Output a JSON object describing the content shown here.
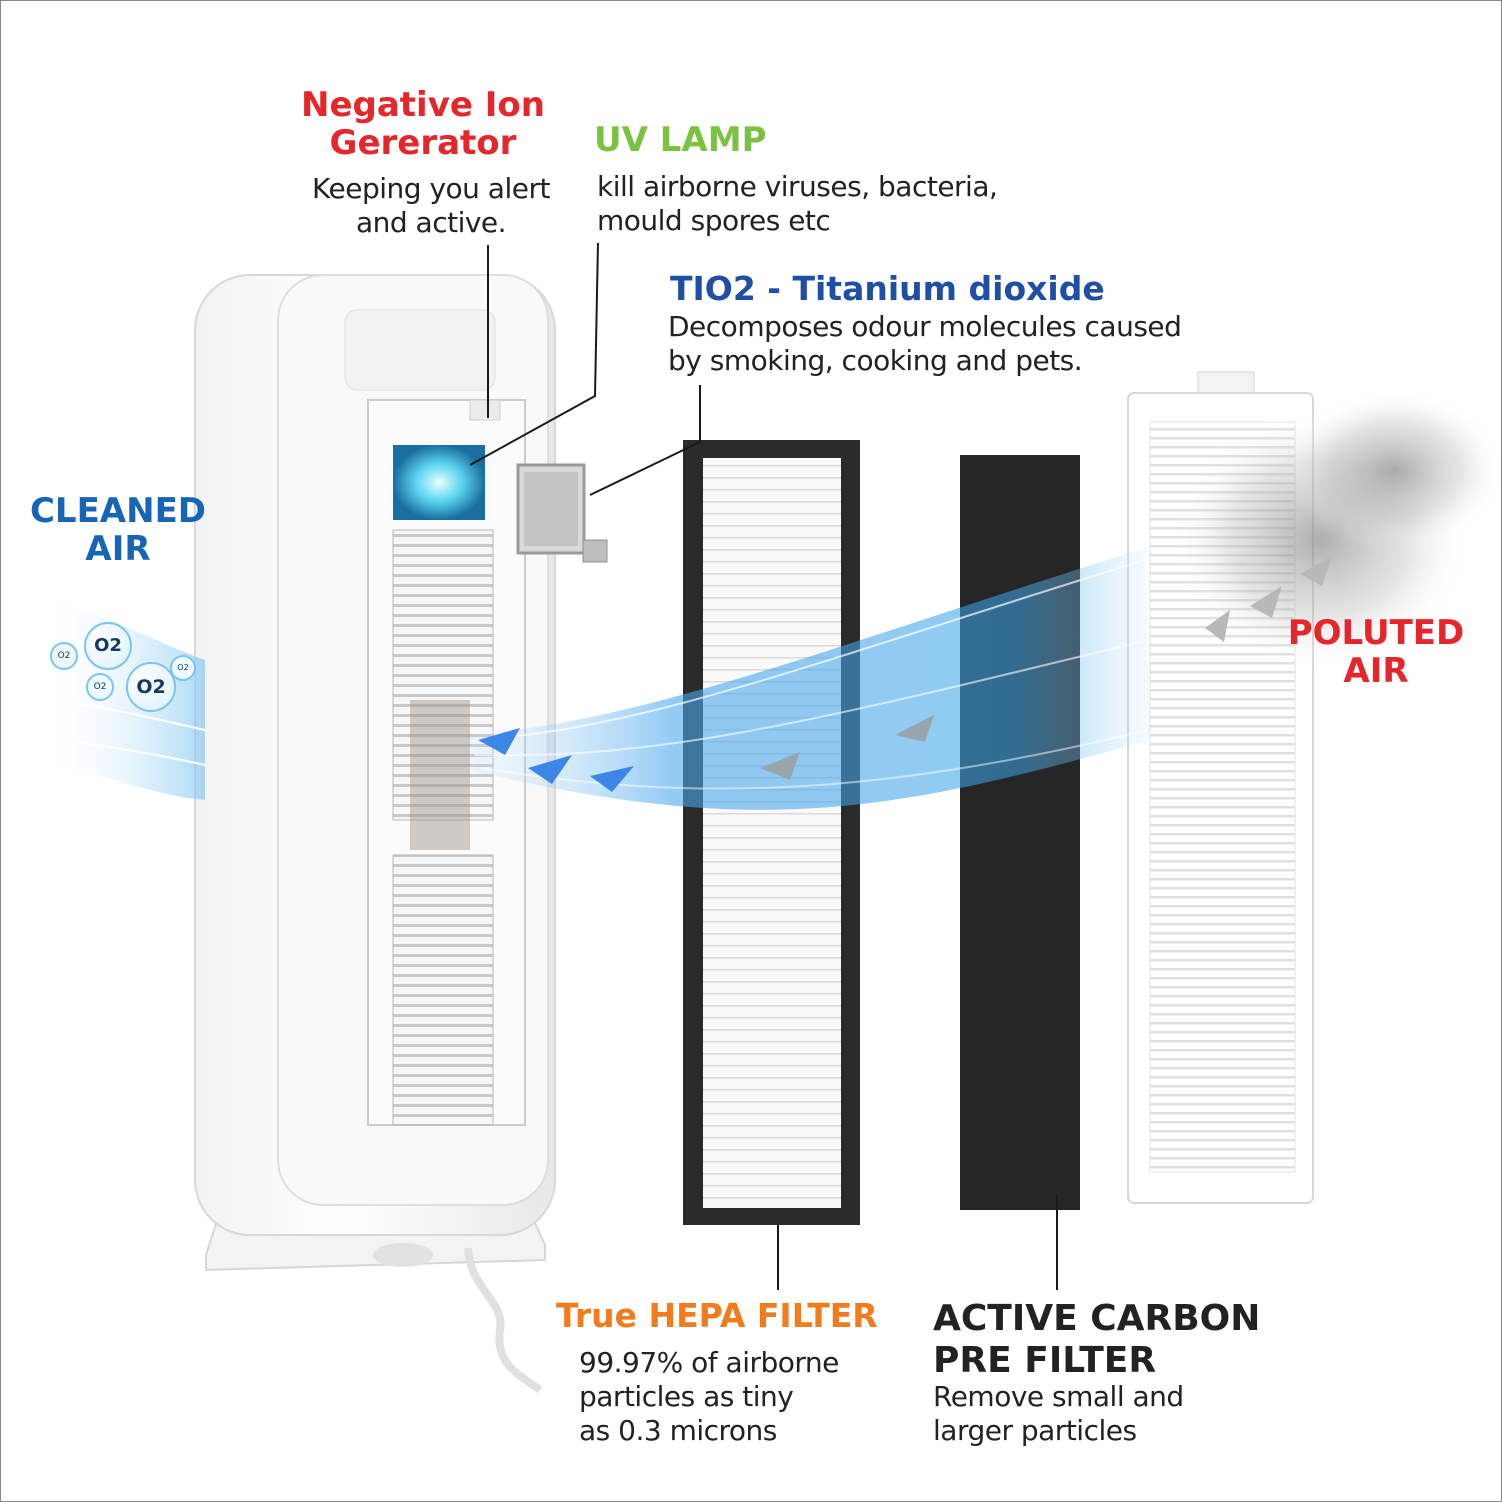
{
  "labels": {
    "ion": {
      "title": "Negative Ion\nGererator",
      "desc": "Keeping you alert\nand active."
    },
    "uv": {
      "title": "UV LAMP",
      "desc": "kill airborne viruses, bacteria,\nmould spores etc"
    },
    "tio2": {
      "title": "TIO2 - Titanium dioxide",
      "desc": "Decomposes odour molecules caused\nby smoking, cooking and pets."
    },
    "cleaned": {
      "title": "CLEANED\nAIR"
    },
    "poluted": {
      "title": "POLUTED\nAIR"
    },
    "hepa": {
      "title": "True HEPA FILTER",
      "desc": "99.97% of airborne\nparticles as tiny\nas 0.3 microns"
    },
    "carbon": {
      "title": "ACTIVE CARBON\nPRE FILTER",
      "desc": "Remove small and\nlarger particles"
    }
  },
  "bubbles": [
    "O2",
    "O2",
    "O2",
    "O2",
    "O2"
  ],
  "colors": {
    "ion_title": "#e5262b",
    "uv_title": "#7cc242",
    "tio2_title": "#1f4fa5",
    "cleaned_title": "#1666b5",
    "poluted_title": "#e5262b",
    "hepa_title": "#f07c1e",
    "carbon_title": "#222222",
    "airflow": "#3aa3e8"
  }
}
